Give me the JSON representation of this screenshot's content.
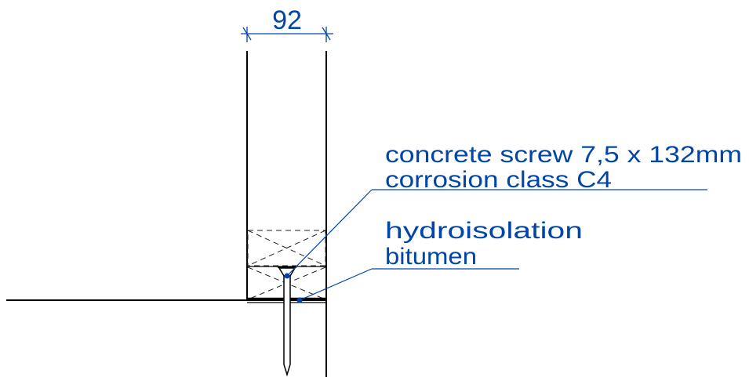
{
  "dimension": {
    "value": "92"
  },
  "labels": {
    "screw_line1": "concrete screw 7,5 x 132mm",
    "screw_line2": "corrosion class C4",
    "hydro_line1": "hydroisolation",
    "hydro_line2": "bitumen"
  },
  "colors": {
    "annotation": "#0046a8",
    "drawing": "#000000",
    "hidden_lines": "#222222"
  }
}
